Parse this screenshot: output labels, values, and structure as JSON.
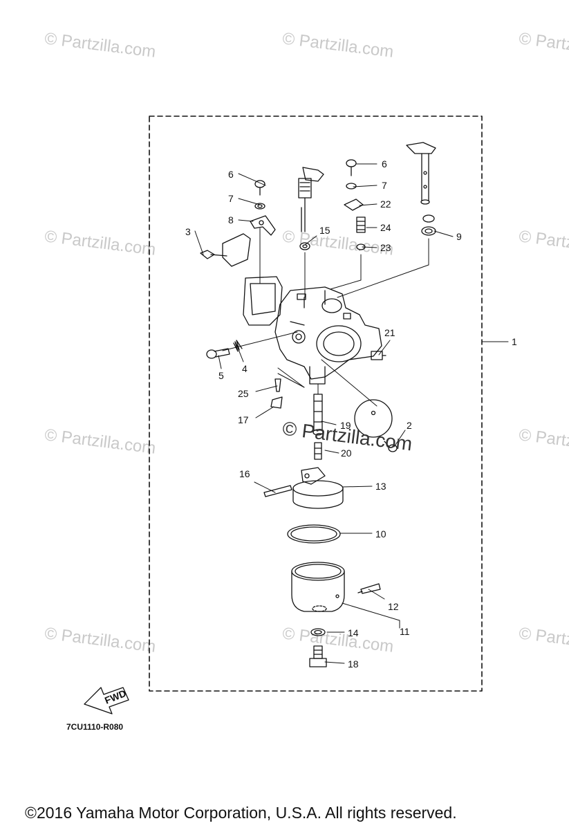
{
  "watermark": "© Partzilla.com",
  "center_watermark": "© Partzilla.com",
  "fwd_label": "FWD",
  "diagram_code": "7CU1110-R080",
  "copyright": "©2016  Yamaha Motor Corporation, U.S.A. All rights reserved.",
  "callouts": {
    "c1": "1",
    "c2": "2",
    "c3": "3",
    "c4": "4",
    "c5": "5",
    "c6a": "6",
    "c6b": "6",
    "c7a": "7",
    "c7b": "7",
    "c8": "8",
    "c9": "9",
    "c10": "10",
    "c11": "11",
    "c12": "12",
    "c13": "13",
    "c14": "14",
    "c15": "15",
    "c16": "16",
    "c17": "17",
    "c18": "18",
    "c19": "19",
    "c20": "20",
    "c21": "21",
    "c22": "22",
    "c23": "23",
    "c24": "24",
    "c25": "25"
  }
}
